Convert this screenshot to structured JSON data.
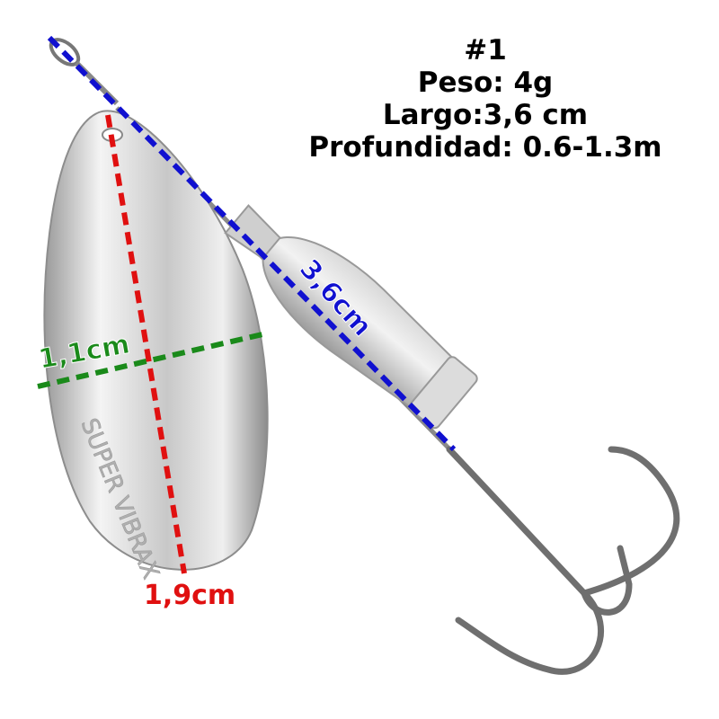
{
  "specs": {
    "model": "#1",
    "weight": "Peso: 4g",
    "length": "Largo:3,6 cm",
    "depth": "Profundidad: 0.6-1.3m"
  },
  "measurements": {
    "width_label": "1,1cm",
    "height_label": "1,9cm",
    "length_label": "3,6cm"
  },
  "blade_logo": "SUPER VIBRAX",
  "colors": {
    "width_line": "#1a8a1a",
    "height_line": "#e01010",
    "length_line": "#1010d0"
  }
}
